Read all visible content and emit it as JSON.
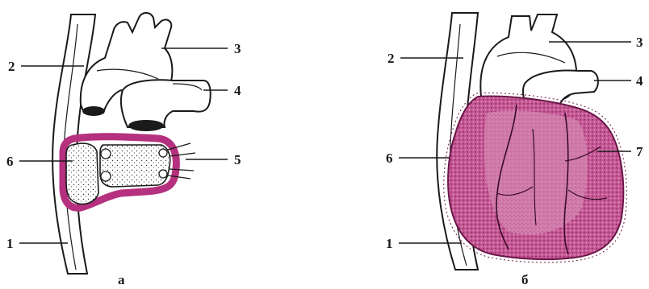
{
  "colors": {
    "pericardium": "#b5307e",
    "pericardium_light": "#d47aa9",
    "ink": "#1a1a1a",
    "paper": "#ffffff"
  },
  "panel_a": {
    "caption": "а",
    "labels": {
      "1": "1",
      "2": "2",
      "3": "3",
      "4": "4",
      "5": "5",
      "6": "6"
    }
  },
  "panel_b": {
    "caption": "б",
    "labels": {
      "1": "1",
      "2": "2",
      "3": "3",
      "4": "4",
      "6": "6",
      "7": "7"
    }
  }
}
